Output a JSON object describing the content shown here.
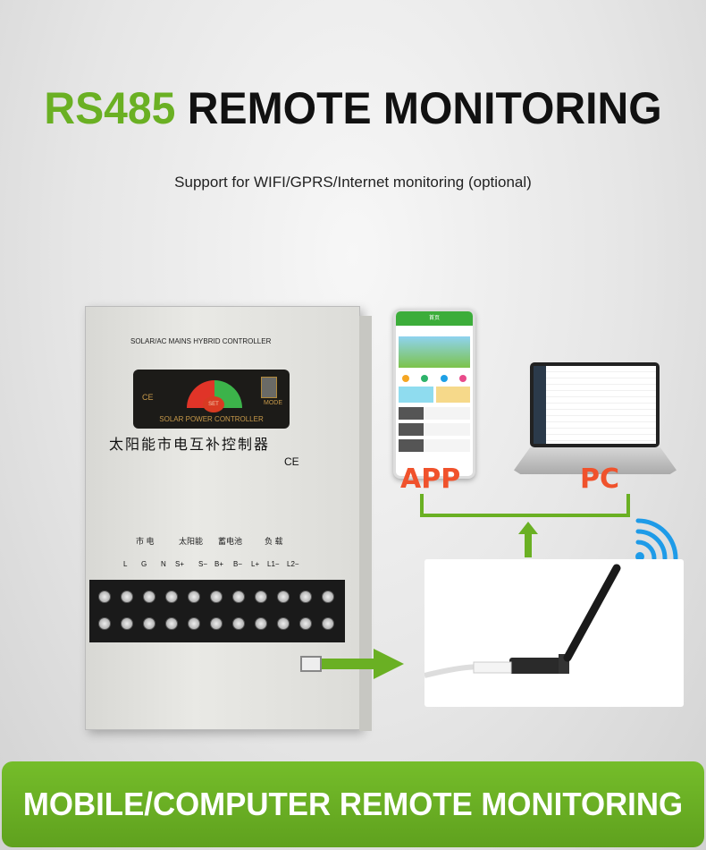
{
  "header": {
    "title_accent": "RS485",
    "title_rest": " REMOTE MONITORING",
    "subtitle": "Support for WIFI/GPRS/Internet monitoring (optional)"
  },
  "controller": {
    "model_label": "SOLAR/AC MAINS HYBRID CONTROLLER",
    "panel_label": "SOLAR POWER CONTROLLER",
    "set_label": "SET",
    "mode_label": "MODE",
    "ce": "CE",
    "chinese_name": "太阳能市电互补控制器",
    "groups": [
      "市 电",
      "太阳能",
      "蓄电池",
      "负 载"
    ],
    "terminals": [
      "L",
      "G",
      "N",
      "S+",
      "S−",
      "B+",
      "B−",
      "L+",
      "L1−",
      "L2−"
    ]
  },
  "labels": {
    "app": "APP",
    "pc": "PC"
  },
  "phone": {
    "header": "首页"
  },
  "colors": {
    "accent_green": "#6ab023",
    "label_orange": "#f0522c",
    "wifi_blue": "#1e9be8"
  },
  "banner": {
    "text": "MOBILE/COMPUTER REMOTE MONITORING"
  }
}
